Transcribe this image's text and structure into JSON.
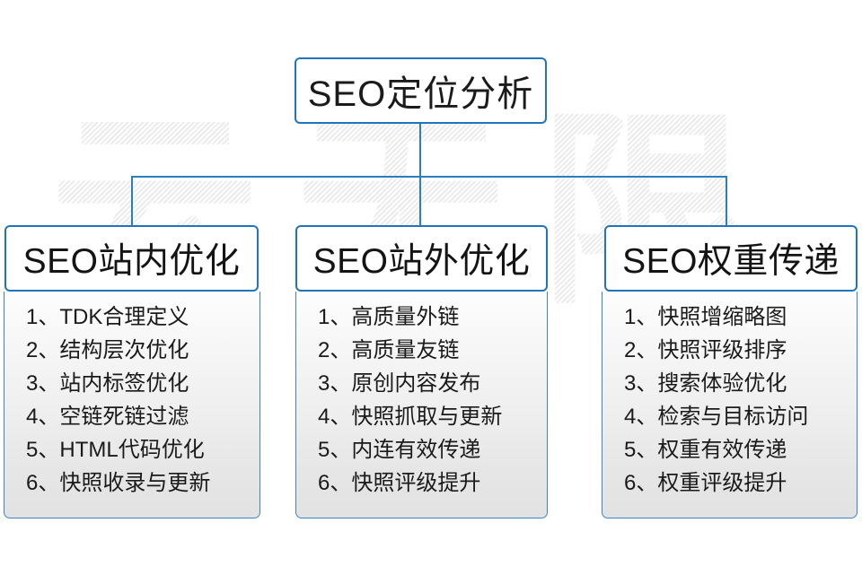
{
  "root": {
    "title": "SEO定位分析"
  },
  "columns": [
    {
      "id": "onsite",
      "header": "SEO站内优化",
      "items": [
        {
          "num": "1、",
          "text": "TDK合理定义"
        },
        {
          "num": "2、",
          "text": "结构层次优化"
        },
        {
          "num": "3、",
          "text": "站内标签优化"
        },
        {
          "num": "4、",
          "text": "空链死链过滤"
        },
        {
          "num": "5、",
          "text": "HTML代码优化"
        },
        {
          "num": "6、",
          "text": "快照收录与更新"
        }
      ]
    },
    {
      "id": "offsite",
      "header": "SEO站外优化",
      "items": [
        {
          "num": "1、",
          "text": "高质量外链"
        },
        {
          "num": "2、",
          "text": "高质量友链"
        },
        {
          "num": "3、",
          "text": "原创内容发布"
        },
        {
          "num": "4、",
          "text": "快照抓取与更新"
        },
        {
          "num": "5、",
          "text": "内连有效传递"
        },
        {
          "num": "6、",
          "text": "快照评级提升"
        }
      ]
    },
    {
      "id": "weight",
      "header": "SEO权重传递",
      "items": [
        {
          "num": "1、",
          "text": "快照增缩略图"
        },
        {
          "num": "2、",
          "text": "快照评级排序"
        },
        {
          "num": "3、",
          "text": "搜索体验优化"
        },
        {
          "num": "4、",
          "text": "检索与目标访问"
        },
        {
          "num": "5、",
          "text": "权重有效传递"
        },
        {
          "num": "6、",
          "text": "权重评级提升"
        }
      ]
    }
  ],
  "watermark": {
    "chars": [
      "云",
      "无",
      "限"
    ]
  },
  "colors": {
    "border_blue": "#1f74bd",
    "connector_blue": "#2a7fc0",
    "text_dark": "#1a1a1a",
    "body_gradient_top": "#fdfdfd",
    "body_gradient_bottom": "#e2e2e2",
    "watermark_gray": "#ececec",
    "page_background": "#ffffff"
  }
}
